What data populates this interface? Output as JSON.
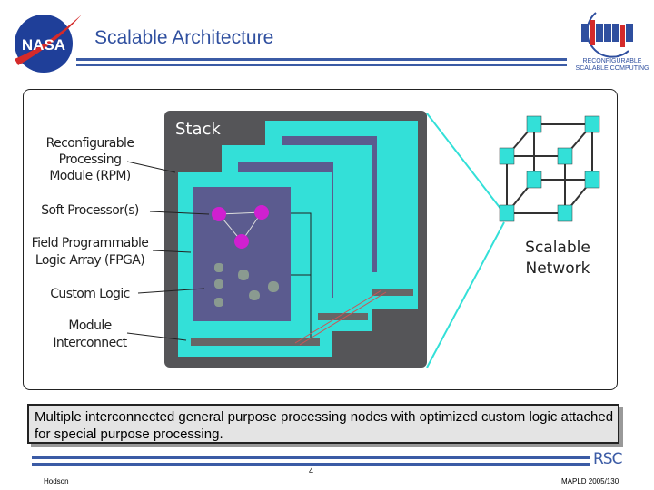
{
  "header": {
    "title": "Scalable Architecture",
    "logo_left": "NASA",
    "logo_right": "RECONFIGURABLE SCALABLE COMPUTING"
  },
  "diagram": {
    "stack_label": "Stack",
    "labels": [
      "Reconfigurable",
      "Processing",
      "Module (RPM)",
      "Soft Processor(s)",
      "Field Programmable",
      "Logic Array (FPGA)",
      "Custom Logic",
      "Module",
      "Interconnect"
    ],
    "network_label_1": "Scalable",
    "network_label_2": "Network"
  },
  "caption": "Multiple interconnected general purpose processing nodes with optimized custom logic attached for special purpose processing.",
  "footer": {
    "author": "Hodson",
    "page": "4",
    "brand": "RSC",
    "conference": "MAPLD 2005/130"
  },
  "colors": {
    "title": "#2f4f9f",
    "card": "#33e0d8",
    "stack": "#555558",
    "fpga": "#5b5b8f",
    "processor": "#d020d0"
  }
}
